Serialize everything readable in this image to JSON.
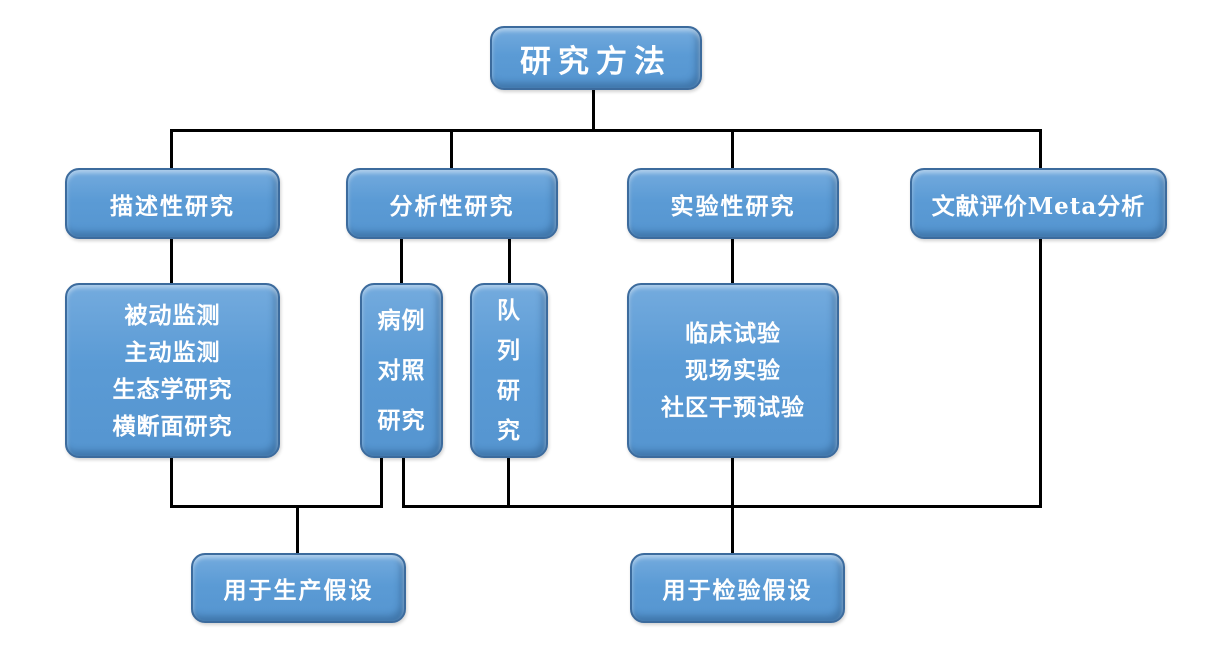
{
  "diagram": {
    "root": {
      "label": "研究方法"
    },
    "level2": [
      {
        "label": "描述性研究"
      },
      {
        "label": "分析性研究"
      },
      {
        "label": "实验性研究"
      },
      {
        "label": "文献评价Meta分析"
      }
    ],
    "level3": [
      {
        "lines": [
          "被动监测",
          "主动监测",
          "生态学研究",
          "横断面研究"
        ]
      },
      {
        "lines": [
          "病例",
          "对照",
          "研究"
        ]
      },
      {
        "lines": [
          "队",
          "列",
          "研",
          "究"
        ]
      },
      {
        "lines": [
          "临床试验",
          "现场实验",
          "社区干预试验"
        ]
      }
    ],
    "bottom": [
      {
        "label": "用于生产假设"
      },
      {
        "label": "用于检验假设"
      }
    ],
    "colors": {
      "node_fill": "#5b9bd5",
      "node_fill_light": "#74abde",
      "node_border": "#3c6b9d",
      "connector": "#000000",
      "text": "#ffffff",
      "background": "#ffffff"
    }
  }
}
